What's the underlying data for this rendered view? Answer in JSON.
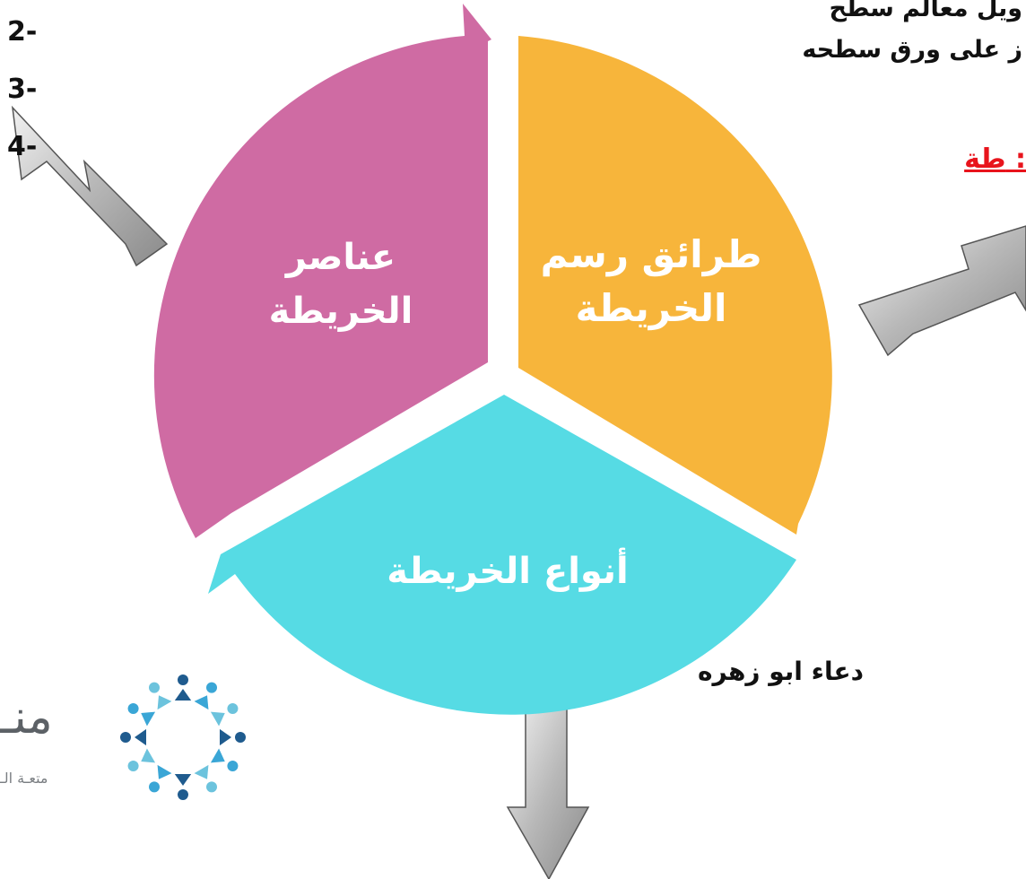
{
  "diagram": {
    "segments": [
      {
        "id": "elements",
        "lines": [
          "عناصر",
          "الخريطة"
        ],
        "color": "#cf6ba3"
      },
      {
        "id": "methods",
        "lines": [
          "طرائق رسم",
          "الخريطة"
        ],
        "color": "#f7b53b"
      },
      {
        "id": "types",
        "lines": [
          "أنواع الخريطة"
        ],
        "color": "#56dbe4"
      }
    ],
    "numbers": [
      "2-",
      "3-",
      "4-"
    ],
    "top_text_lines": [
      "ويل معالم سطح",
      "ز على ورق سطحه"
    ],
    "red_heading": "طة :",
    "author": "دعاء ابو زهره",
    "arrow_color": "#b4b4b4"
  },
  "logo": {
    "name_fragment": "منـ",
    "tagline_fragment": "متعـة الـ",
    "colors": [
      "#1f5b8e",
      "#3aa6d6",
      "#6cc3dd"
    ]
  }
}
